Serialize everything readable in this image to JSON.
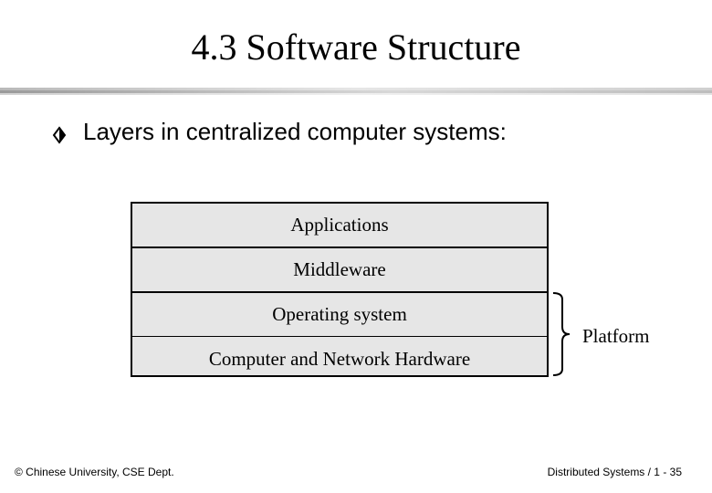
{
  "slide": {
    "title": "4.3 Software Structure",
    "bullet": {
      "icon": "diamond-bullet",
      "text": "Layers in centralized computer systems:"
    },
    "layers": [
      "Applications",
      "Middleware",
      "Operating system",
      "Computer and Network Hardware"
    ],
    "brace": {
      "icon": "right-brace",
      "label": "Platform"
    },
    "footer": {
      "left": "© Chinese University, CSE Dept.",
      "right": "Distributed Systems / 1 - 35"
    }
  },
  "colors": {
    "layer_fill": "#e6e6e6",
    "text": "#000000",
    "background": "#ffffff"
  }
}
